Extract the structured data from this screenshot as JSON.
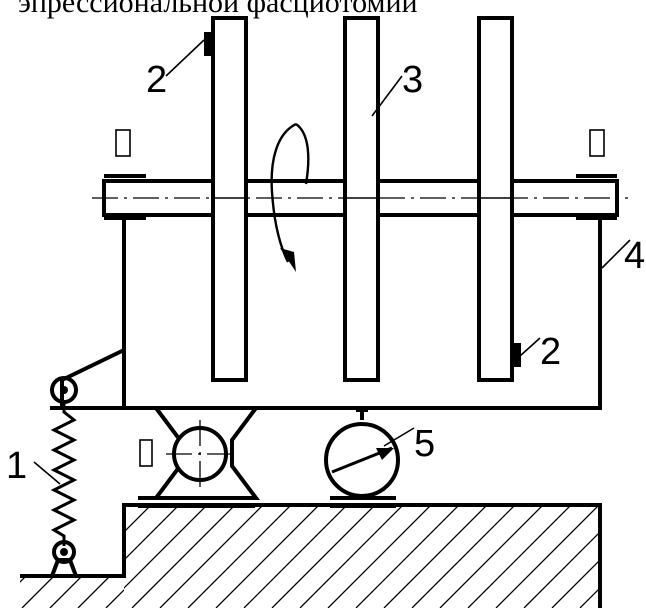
{
  "caption": "эпрессиональной фасциотомии",
  "labels": {
    "n1": "1",
    "n2_top": "2",
    "n2_bottom": "2",
    "n3": "3",
    "n4": "4",
    "n5": "5"
  },
  "parts": {
    "spring": "spring",
    "counterweight_discs": "counterweight",
    "rotor_discs": "rotor-disc",
    "housing": "housing",
    "dial_indicator": "dial-indicator",
    "bearing": "bearing",
    "motor": "motor"
  }
}
